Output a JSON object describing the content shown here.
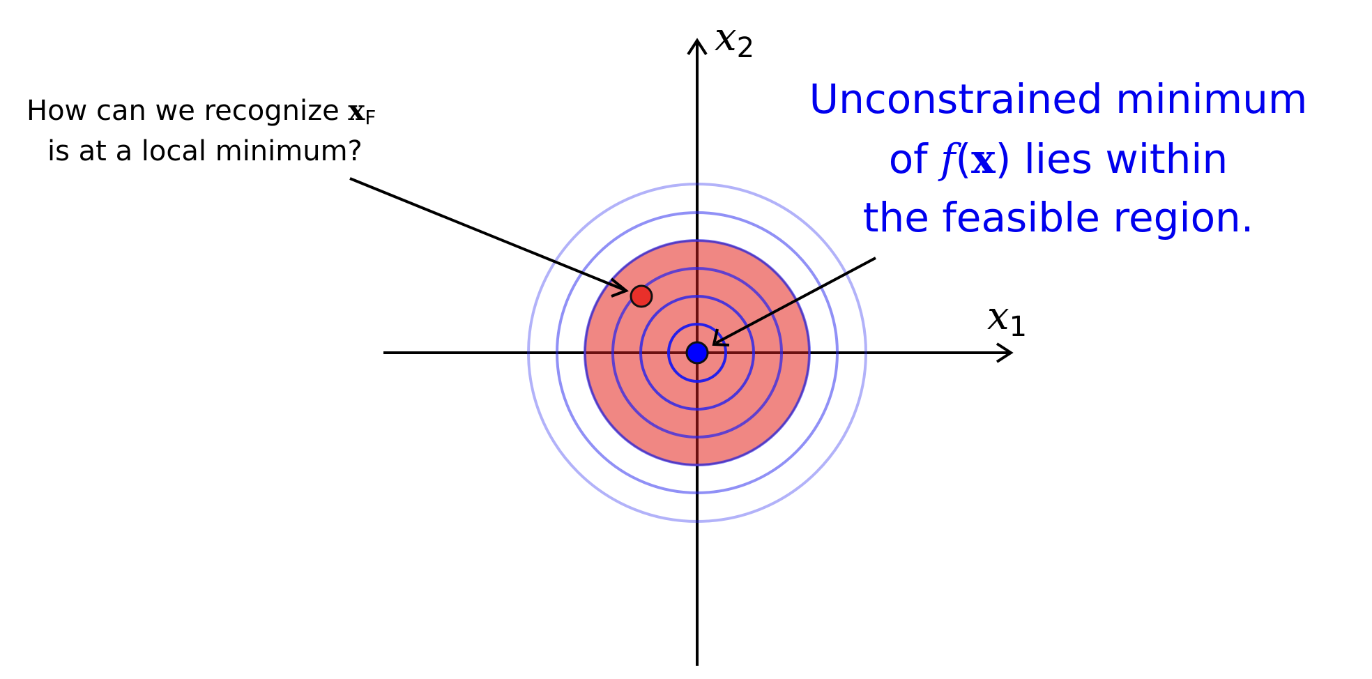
{
  "axes": {
    "x_var": "x",
    "x_sub": "1",
    "y_var": "x",
    "y_sub": "2"
  },
  "question": {
    "line1_prefix": "How can we recognize ",
    "symbol": "x",
    "symbol_sub": "F",
    "line2": "is at a local minimum?"
  },
  "annotation": {
    "line1": "Unconstrained minimum",
    "line2_prefix": "of ",
    "func": "f",
    "open_paren": "(",
    "arg": "x",
    "close_paren": ")",
    "line2_suffix": " lies within",
    "line3": "the feasible region."
  },
  "colors": {
    "axis": "#000000",
    "feasible_fill": "#f08783",
    "feasible_stroke": "#9a3a3a",
    "contour": "#2222ee",
    "unconstrained_min": "#0000ff",
    "feasible_point": "#e8302a",
    "annotation_text": "#0000ee"
  }
}
